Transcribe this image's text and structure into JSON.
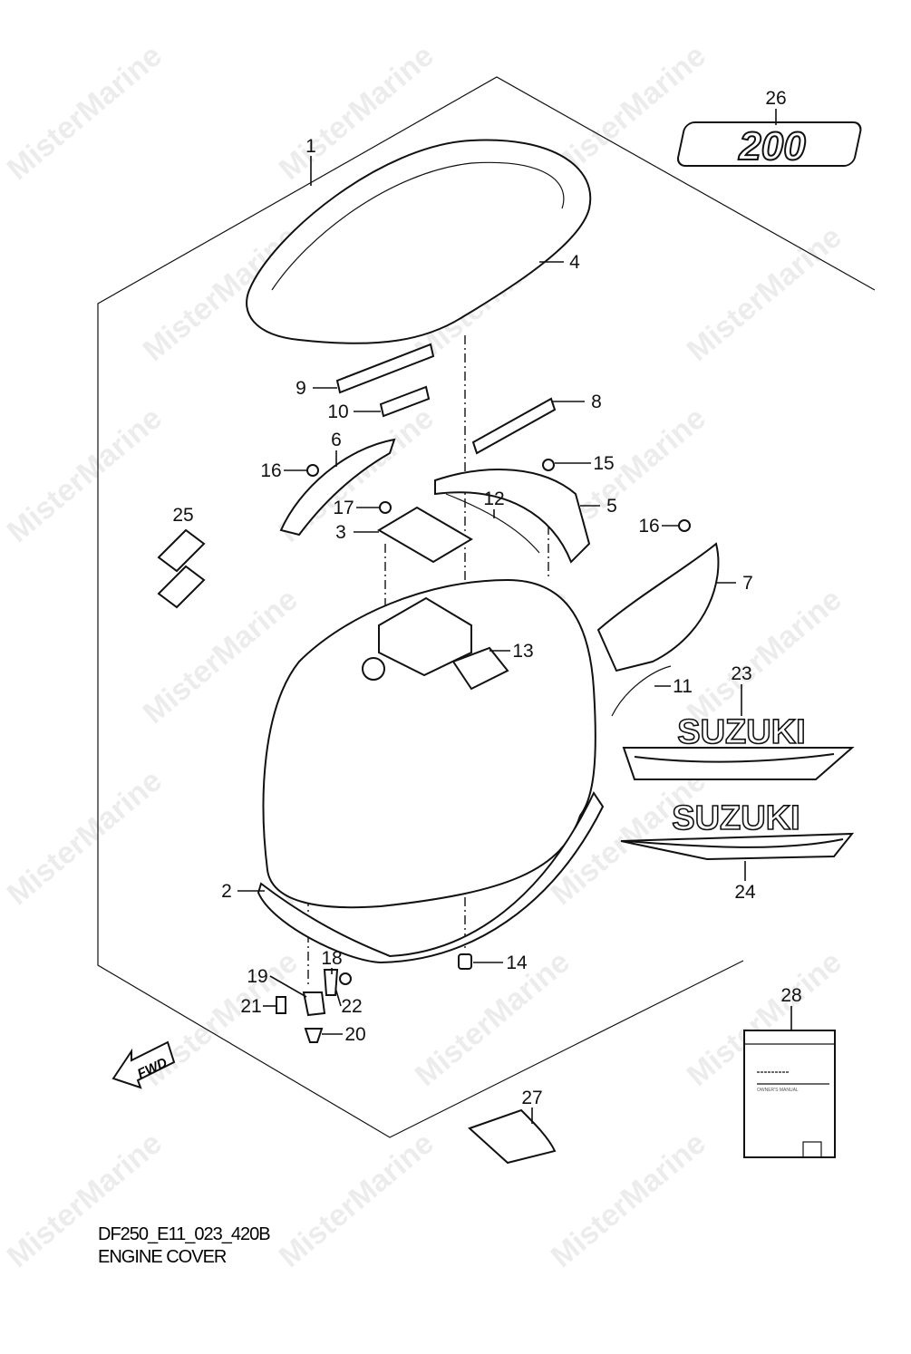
{
  "diagram": {
    "code": "DF250_E11_023_420B",
    "title": "ENGINE COVER",
    "watermark": "MisterMarine",
    "fwd_label": "FWD",
    "badge_200": "200",
    "decal_brand": "SUZUKI",
    "manual_label": "OWNER'S MANUAL",
    "callouts": [
      "1",
      "2",
      "3",
      "4",
      "5",
      "6",
      "7",
      "8",
      "9",
      "10",
      "11",
      "12",
      "13",
      "14",
      "15",
      "16",
      "16",
      "17",
      "18",
      "19",
      "20",
      "21",
      "22",
      "23",
      "24",
      "25",
      "26",
      "27",
      "28"
    ]
  }
}
